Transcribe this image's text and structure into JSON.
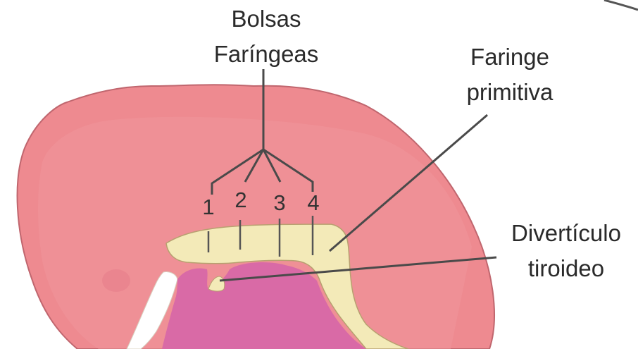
{
  "labels": {
    "bolsas_line1": "Bolsas",
    "bolsas_line2": "Faríngeas",
    "faringe_line1": "Faringe",
    "faringe_line2": "primitiva",
    "diverticulo_line1": "Divertículo",
    "diverticulo_line2": "tiroideo"
  },
  "pouch_numbers": [
    "1",
    "2",
    "3",
    "4"
  ],
  "colors": {
    "embryo": "#ee8a90",
    "embryo_outline": "#c0666e",
    "pharynx": "#f3eab8",
    "tissue": "#d96aa6",
    "leader": "#4a4a4a"
  }
}
